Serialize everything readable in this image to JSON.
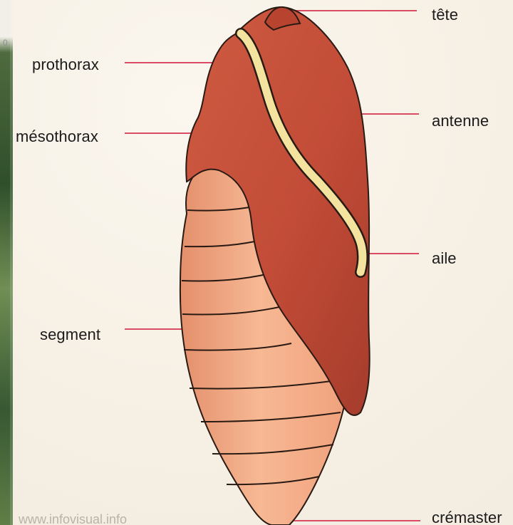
{
  "labels": {
    "tete": "tête",
    "prothorax": "prothorax",
    "antenne": "antenne",
    "mesothorax": "mésothorax",
    "aile": "aile",
    "segment": "segment",
    "cremaster": "crémaster"
  },
  "watermark": "www.infovisual.info",
  "corner_mark": "0",
  "colors": {
    "background": "#f7f1e6",
    "leader_line": "#d94c63",
    "wing": "#c4523c",
    "wing_dark": "#a53d2d",
    "antenna": "#f4e39f",
    "segment_fill": "#f2aa84",
    "segment_outline": "#2a1a14"
  }
}
